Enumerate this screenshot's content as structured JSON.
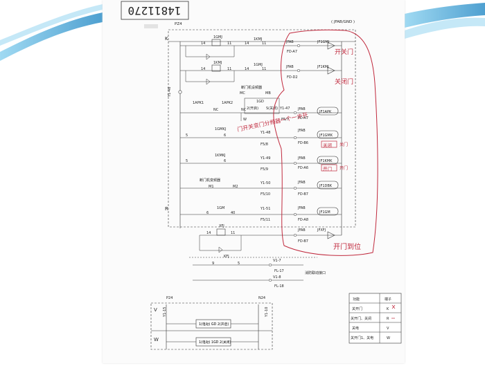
{
  "header": {
    "doc_number": "14811270",
    "panel_code": "PZ4",
    "title_ref": "( JFAB/GND )"
  },
  "rails": {
    "left_top": "K",
    "left_bottom": "R"
  },
  "rows": [
    {
      "relay": "1GMJ",
      "left_nums": [
        "14",
        "11"
      ],
      "contact": "1KMJ",
      "contact_nums": [
        "14",
        "11"
      ],
      "bus": "JFAB",
      "coil": "JF1GMJ",
      "terminal": "FD-A7"
    },
    {
      "relay": "1KMJ",
      "left_nums": [
        "14",
        "11"
      ],
      "contact": "1GMJ",
      "contact_nums": [
        "14",
        "11"
      ],
      "bus": "JFAB",
      "coil": "JF1KMJ",
      "terminal": "FD-D2"
    },
    {
      "relay": "1APK1",
      "caption": "断门机设频器",
      "mid_caption": "1APK2",
      "labels": [
        "NC",
        "MC",
        "MB",
        "1GD",
        "2(开启)",
        "S(关闭)"
      ],
      "wire": "Y1-47",
      "bus": "JFAB",
      "coil": "JF1APK",
      "terminal": "FD-A7",
      "fuse": "F5/7",
      "extra": "W"
    },
    {
      "relay": "1GMKJ",
      "nums": [
        "5",
        "6"
      ],
      "wire": "Y1-48",
      "bus": "JFAB",
      "coil": "JF1GMK",
      "terminal": "FD-B6",
      "fuse": "F5/8"
    },
    {
      "relay": "1KMKJ",
      "nums": [
        "5",
        "6"
      ],
      "wire": "Y1-49",
      "bus": "JFAB",
      "coil": "JF1KMK",
      "terminal": "FD-A6",
      "fuse": "F5/9"
    },
    {
      "relay": "断门机变频器",
      "nums": [
        "M1",
        "M2"
      ],
      "wire": "Y1-50",
      "bus": "JFAB",
      "coil": "JF1DBK",
      "terminal": "FD-B7",
      "fuse": "F5/10"
    },
    {
      "relay": "1GM",
      "nums": [
        "6",
        "40"
      ],
      "wire": "Y1-51",
      "bus": "JFAB",
      "coil": "JF1GM",
      "terminal": "FD-A8",
      "fuse": "F5/11"
    },
    {
      "relay": "XFJ",
      "nums": [
        "14",
        "11"
      ],
      "bus": "JFAB",
      "coil": "JFXFJ",
      "terminal": "FD-B7"
    }
  ],
  "kfj": {
    "label": "KFJ",
    "nums": [
      "9",
      "5"
    ],
    "wires": [
      "V1-7",
      "V1-8"
    ],
    "terminals": [
      "FL-17",
      "FL-18"
    ],
    "caption": "消防联动接口"
  },
  "handwritten": {
    "r1": "开关门",
    "r2": "关闭门",
    "r4": "关门",
    "r5": "开门",
    "r4_box": "关闭",
    "r5_box": "开门",
    "note": "门开关变门分频器一个一步开",
    "bottom": "开门到位"
  },
  "lower_panel": {
    "p24": "P24",
    "n24": "N24",
    "rails": [
      "V",
      "W"
    ],
    "v_left": "Y1-15",
    "v_right": "Y1-10",
    "boxes": [
      "1(电动)  GD  2(开启)",
      "1(电动)  1GD  2(关闭)"
    ]
  },
  "legend": {
    "headers": [
      "功能",
      "端子"
    ],
    "rows": [
      {
        "func": "关开门",
        "term": "K"
      },
      {
        "func": "关开门、关闭",
        "term": "R"
      },
      {
        "func": "关电",
        "term": "V"
      },
      {
        "func": "关开门1、关电",
        "term": "W"
      }
    ]
  }
}
